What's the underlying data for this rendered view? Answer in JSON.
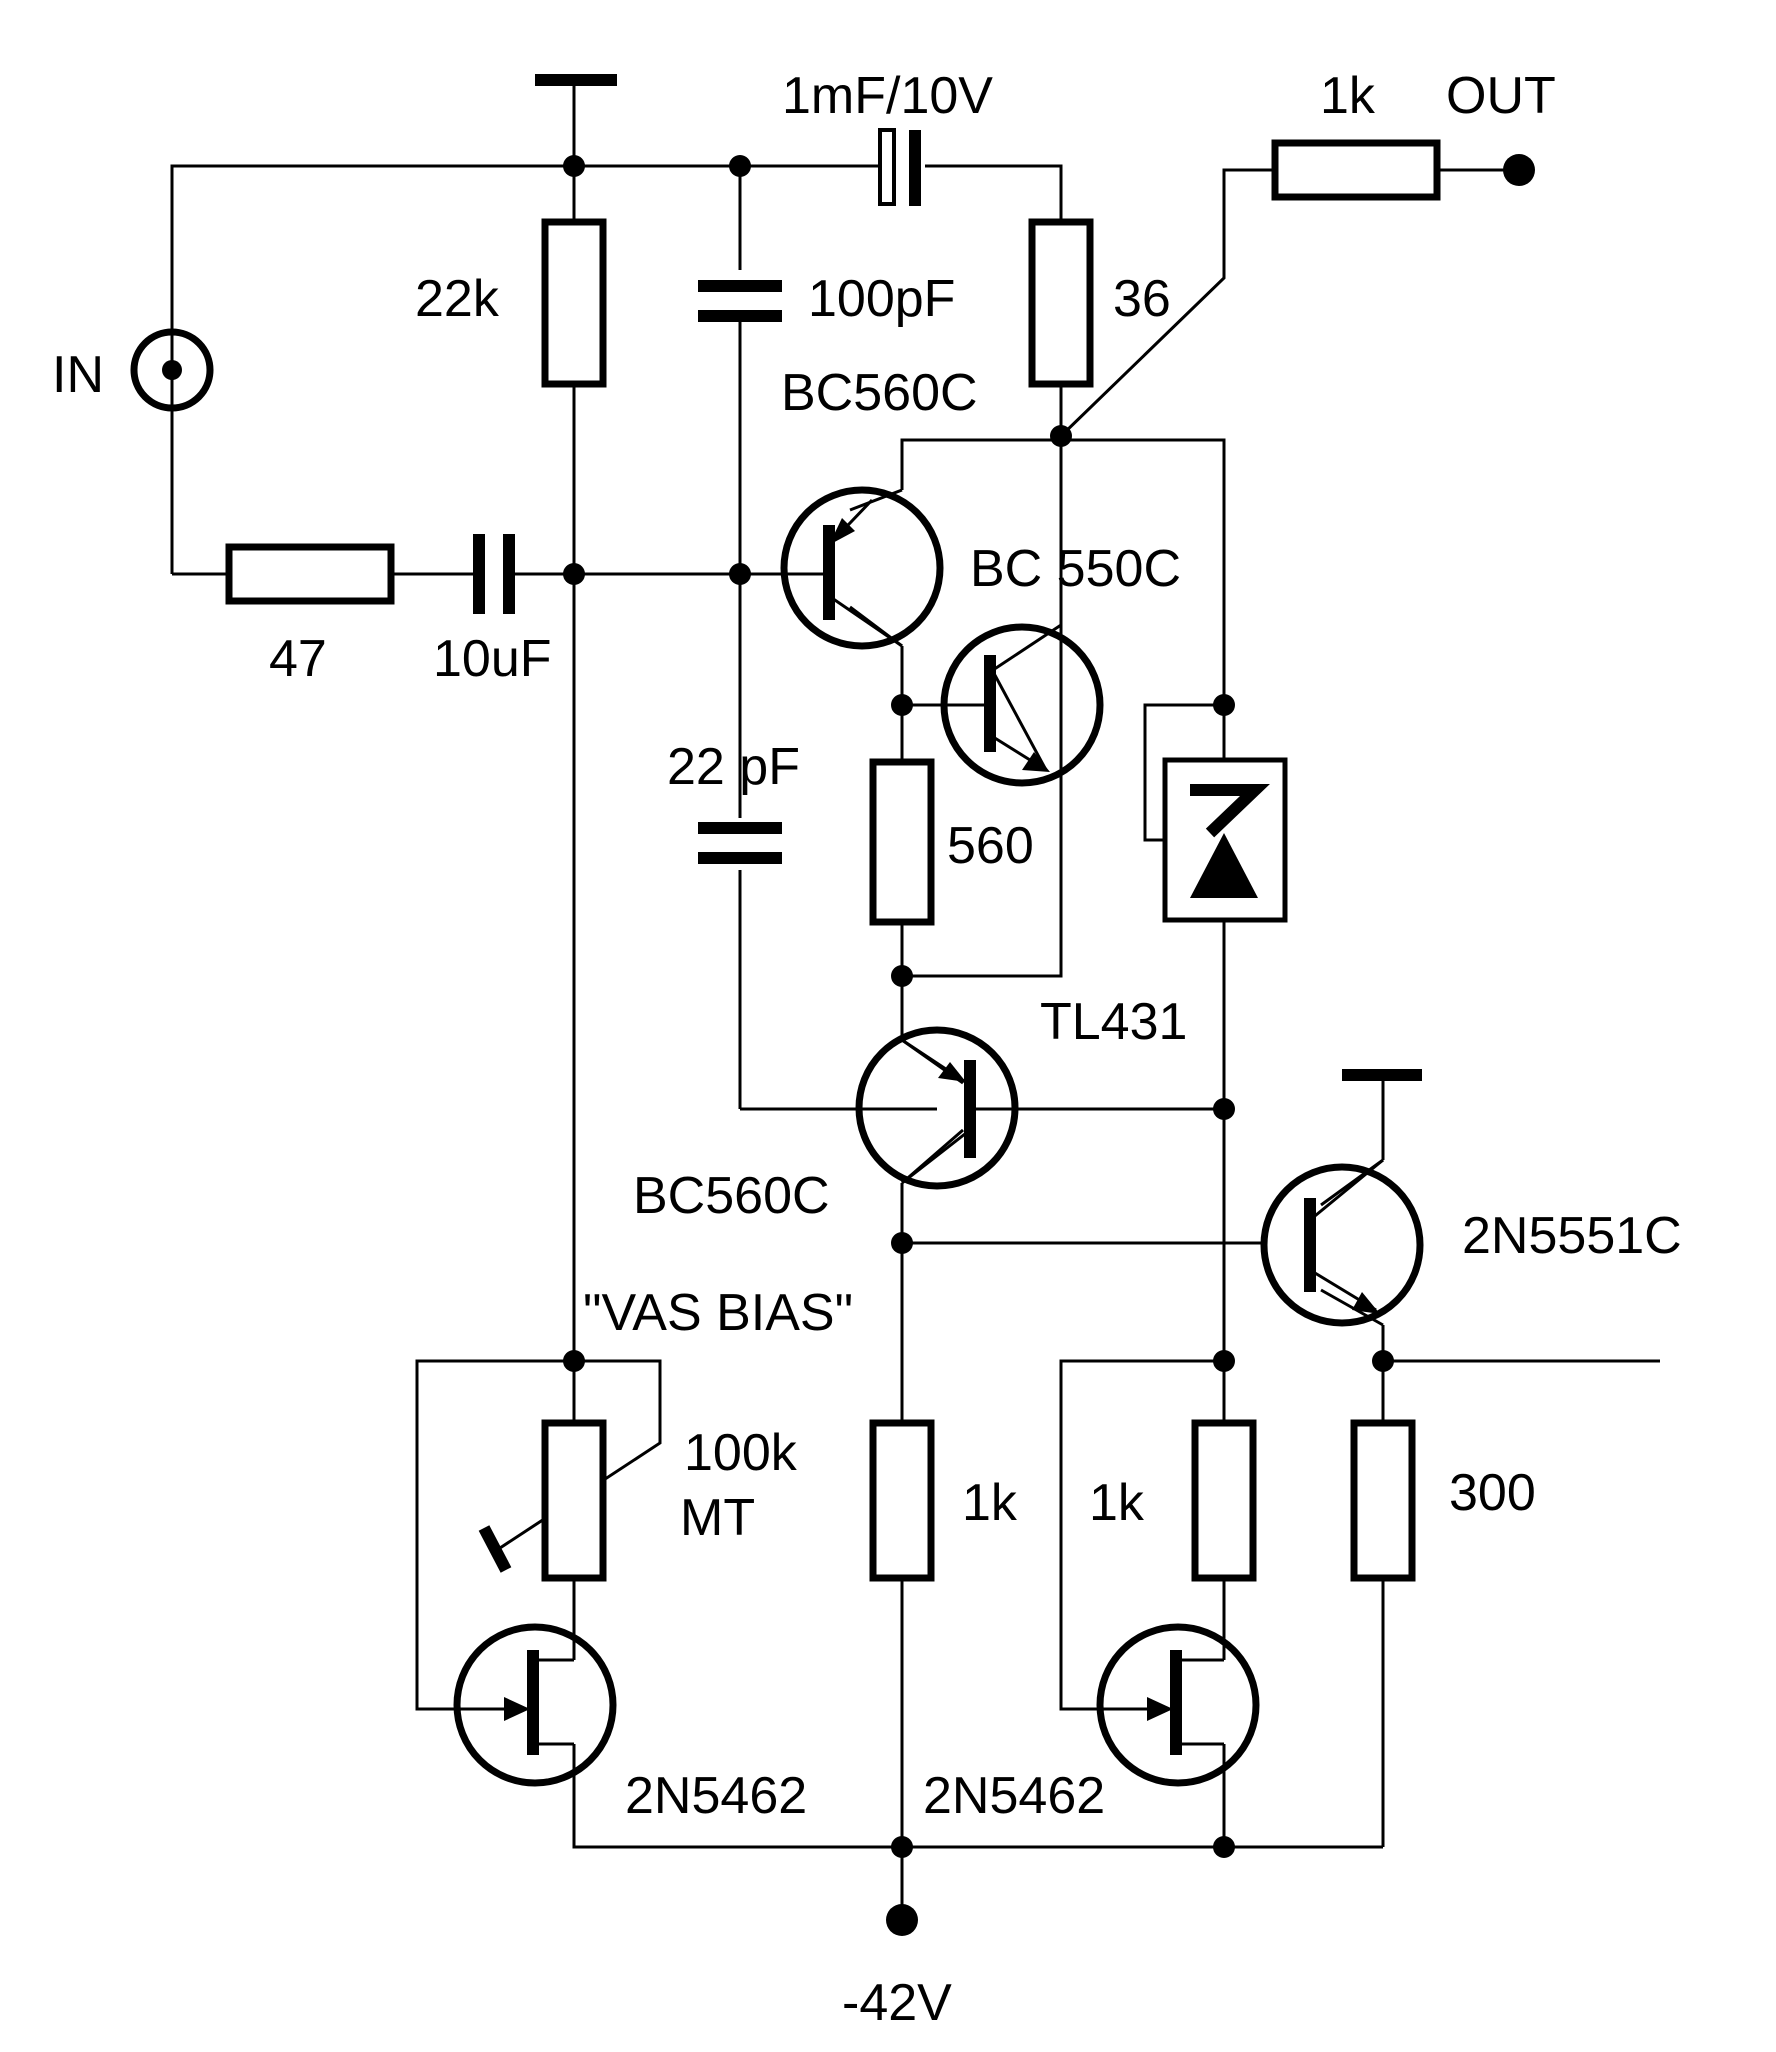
{
  "labels": {
    "in": "IN",
    "out": "OUT",
    "r_out": "1k",
    "c_1mf": "1mF/10V",
    "r_22k": "22k",
    "c_100pf": "100pF",
    "r_36": "36",
    "q_bc560c_top": "BC560C",
    "q_bc550c": "BC 550C",
    "r_47": "47",
    "c_10uf": "10uF",
    "c_22pf": "22 pF",
    "r_560": "560",
    "u_tl431": "TL431",
    "q_bc560c_mid": "BC560C",
    "q_2n5551c": "2N5551C",
    "note_vas_bias": "\"VAS BIAS\"",
    "pot_value": "100k",
    "pot_type": "MT",
    "r_1k_a": "1k",
    "r_1k_b": "1k",
    "r_300": "300",
    "j_left": "2N5462",
    "j_right": "2N5462",
    "supply": "-42V"
  },
  "colors": {
    "ink": "#000000",
    "background": "#ffffff"
  }
}
